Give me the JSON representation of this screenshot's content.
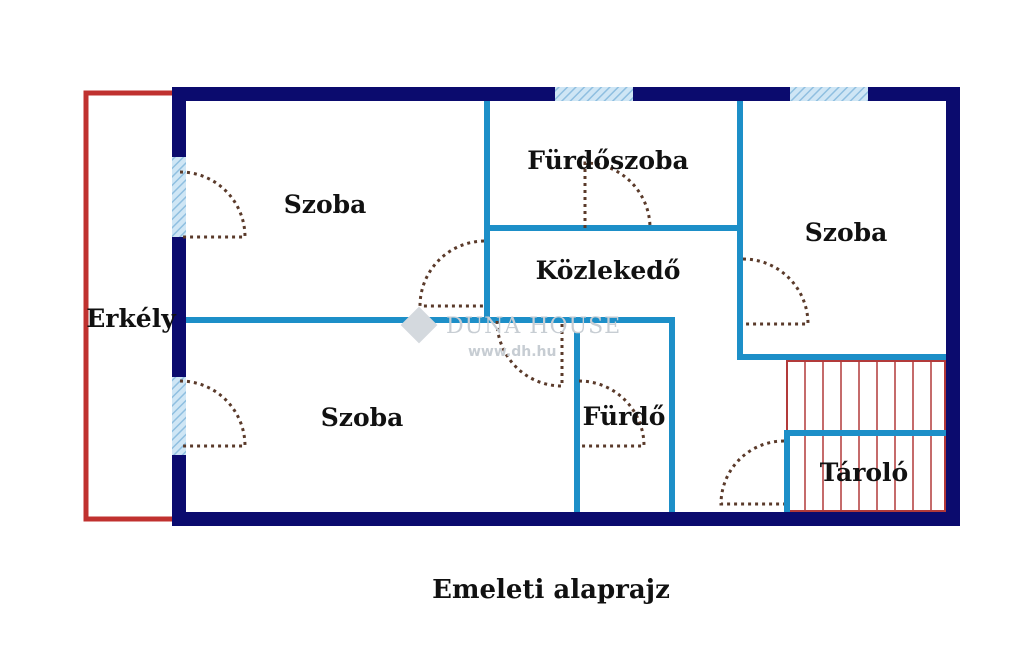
{
  "rooms": {
    "szoba_top_left": "Szoba",
    "furdoszoba": "Fürdőszoba",
    "kozlekedo": "Közlekedő",
    "szoba_right": "Szoba",
    "erkely": "Erkély",
    "szoba_bottom_left": "Szoba",
    "furdo": "Fürdő",
    "tarolo": "Tároló"
  },
  "caption": "Emeleti alaprajz",
  "watermark": {
    "brand": "DUNA HOUSE",
    "url": "www.dh.hu"
  },
  "colors": {
    "outer_wall": "#0b0b6e",
    "inner_wall": "#1d8fc8",
    "balcony": "#c0312f",
    "stairs": "#b23a3a",
    "window": "#9ec9e8",
    "door": "#5a3a2a"
  }
}
